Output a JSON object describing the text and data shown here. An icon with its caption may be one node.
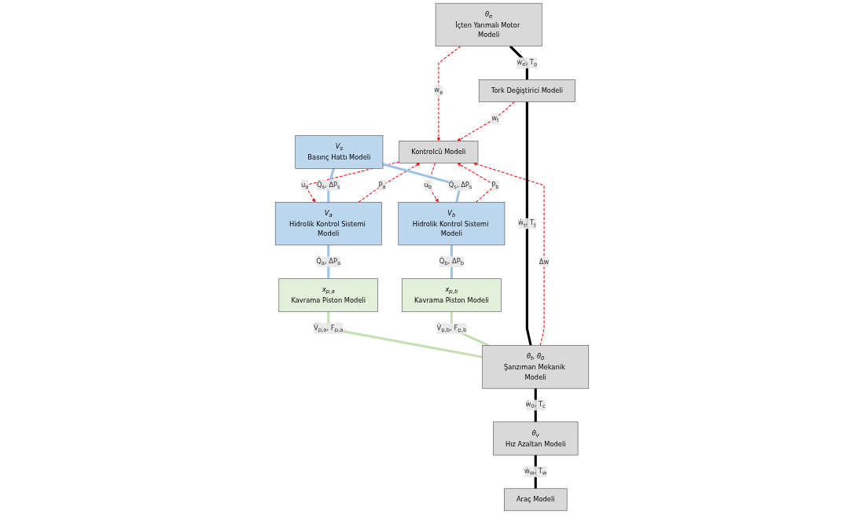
{
  "diagram": {
    "nodes": [
      {
        "text": [
          "Kontrolcü Modeli"
        ]
      },
      {
        "text": [
          "V$_{s}$",
          "Basınç Hattı Modeli"
        ]
      },
      {
        "text": [
          "V$_{a}$",
          "Hidrolik Kontrol Sistemi Modeli"
        ]
      },
      {
        "text": [
          "V$_{b}$",
          "Hidrolik Kontrol Sistemi Modeli"
        ]
      },
      {
        "text": [
          "x$_{p,a}$",
          "Kavrama Piston Modeli"
        ]
      },
      {
        "text": [
          "x$_{p,b}$",
          "Kavrama Piston Modeli"
        ]
      },
      {
        "text": [
          "θ$_{e}$",
          "İçten Yanmalı Motor Modeli"
        ]
      },
      {
        "text": [
          "Tork Değiştirici Modeli"
        ]
      },
      {
        "text": [
          "θ$_{t}$, θ$_{0}$",
          "Şanzıman Mekanik Modeli"
        ]
      },
      {
        "text": [
          "θ$_{v}$",
          "Hız Azaltan Modeli"
        ]
      },
      {
        "text": [
          "Araç Modeli"
        ]
      }
    ],
    "edges": [
      {
        "from": 0,
        "to": 3,
        "arrow": "to",
        "label": "u$_{b}$",
        "style": "dashed",
        "color": "#ff0000"
      },
      {
        "from": 0,
        "to": 2,
        "arrow": "to",
        "label": "u$_{a}$",
        "style": "dashed",
        "color": "#ff0000"
      },
      {
        "from": 2,
        "to": 0,
        "arrow": "to",
        "label": "P$_{a}$",
        "style": "dashed",
        "color": "#ff0000"
      },
      {
        "from": 3,
        "to": 0,
        "arrow": "to",
        "label": "P$_{b}$",
        "style": "dashed",
        "color": "#ff0000"
      },
      {
        "from": 6,
        "to": 0,
        "arrow": "to",
        "label": "w$_{e}$",
        "style": "dashed",
        "color": "#ff0000"
      },
      {
        "from": 7,
        "to": 0,
        "arrow": "to",
        "label": "w$_{t}$",
        "style": "dashed",
        "color": "#ff0000"
      },
      {
        "from": 8,
        "to": 0,
        "arrow": "to",
        "label": "Δw",
        "style": "dashed",
        "color": "#ff0000"
      },
      {
        "from": 1,
        "to": 2,
        "arrow": "none",
        "label": "Q̇$_{s}$, ΔP$_{s}$",
        "color": "#9dc3e6"
      },
      {
        "from": 1,
        "to": 3,
        "arrow": "none",
        "label": "Q̇$_{s}$, ΔP$_{s}$",
        "color": "#9dc3e6"
      },
      {
        "from": 2,
        "to": 4,
        "arrow": "none",
        "label": "Q̇$_{a}$, ΔP$_{a}$",
        "color": "#9dc3e6"
      },
      {
        "from": 3,
        "to": 5,
        "arrow": "none",
        "label": "Q̇$_{b}$, ΔP$_{b}$",
        "color": "#9dc3e6"
      },
      {
        "from": 4,
        "to": 8,
        "arrow": "none",
        "label": "V̇$_{p,a}$, F$_{p,a}$",
        "color": "#c5e0b4"
      },
      {
        "from": 5,
        "to": 8,
        "arrow": "none",
        "label": "V̇$_{p,b}$, F$_{p,b}$",
        "color": "#c5e0b4"
      },
      {
        "from": 6,
        "to": 7,
        "arrow": "none",
        "label": "ẇ$_{e}$, T$_{p}$",
        "color": "#000000"
      },
      {
        "from": 7,
        "to": 8,
        "arrow": "none",
        "label": "ẇ$_{t}$, T$_{t}$",
        "color": "#000000"
      },
      {
        "from": 8,
        "to": 9,
        "arrow": "none",
        "label": "ẇ$_{0}$, T$_{c}$",
        "color": "#000000"
      },
      {
        "from": 9,
        "to": 10,
        "arrow": "none",
        "label": "ẇ$_{w}$, T$_{w}$",
        "color": "#000000"
      }
    ]
  }
}
